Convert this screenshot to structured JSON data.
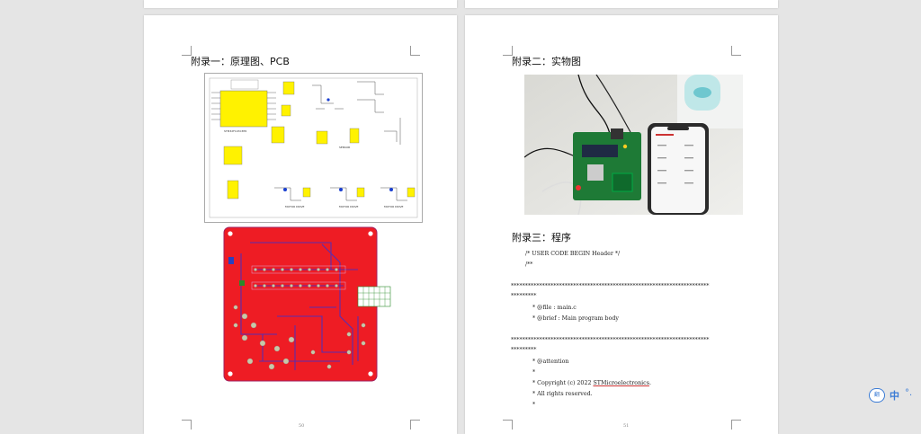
{
  "left_page": {
    "heading": "附录一：原理图、PCB",
    "page_number": "50"
  },
  "right_page": {
    "heading_photo": "附录二：实物图",
    "heading_program": "附录三：程序",
    "page_number": "51",
    "code_lines": [
      "/* USER CODE BEGIN Header */",
      "/**",
      "**********************************************************************",
      "*********",
      "* @file                  : main.c",
      "* @brief                 : Main program body",
      "**********************************************************************",
      "*********",
      "* @attention",
      "*",
      "* Copyright (c) 2022 ",
      "STMicroelectronics",
      ".",
      "* All rights reserved.",
      "*"
    ]
  },
  "toolbar": {
    "translate_icon_label": "翻",
    "language_label": "中",
    "settings_icon": "°."
  },
  "colors": {
    "pcb_red": "#ee1c24",
    "pcb_trace": "#5a2db0",
    "background": "#e5e5e5"
  }
}
